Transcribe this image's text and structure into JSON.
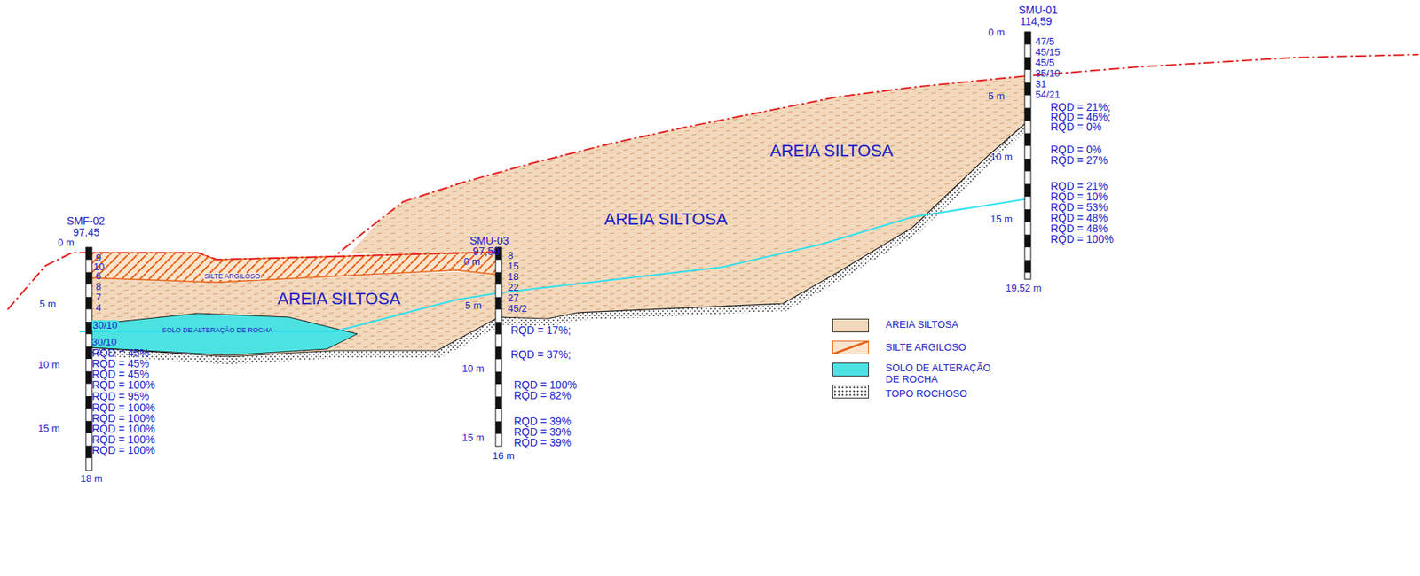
{
  "diagram": {
    "labels": [
      "SMU-01",
      "114,59",
      "0 m",
      "47/5",
      "45/15",
      "45/5",
      "35/10",
      "31",
      "54/21",
      "5 m",
      "RQD = 21%;",
      "RQD = 46%;",
      "RQD = 0%",
      "10 m",
      "RQD = 0%",
      "RQD = 27%",
      "RQD = 21%",
      "RQD = 10%",
      "RQD = 53%",
      "RQD = 48%",
      "RQD = 48%",
      "RQD = 100%",
      "15 m",
      "19,52 m",
      "SMF-02",
      "97,45",
      "0 m",
      "9",
      "10",
      "6",
      "8",
      "7",
      "4",
      "5 m",
      "30/10",
      "30/10",
      "RQD = 45%",
      "RQD = 45%",
      "RQD = 45%",
      "RQD = 100%",
      "RQD = 95%",
      "RQD = 100%",
      "RQD = 100%",
      "RQD = 100%",
      "RQD = 100%",
      "RQD = 100%",
      "10 m",
      "15 m",
      "18 m",
      "SMU-03",
      "97,50",
      "0 m",
      "8",
      "15",
      "18",
      "22",
      "27",
      "45/2",
      "5 m",
      "RQD = 17%;",
      "RQD = 37%;",
      "RQD = 100%",
      "RQD = 82%",
      "RQD = 39%",
      "RQD = 39%",
      "RQD = 39%",
      "10 m",
      "15 m",
      "16 m",
      "AREIA SILTOSA",
      "AREIA SILTOSA",
      "AREIA SILTOSA",
      "SILTE ARGILOSO",
      "SOLO DE ALTERAÇÃO DE ROCHA"
    ],
    "legend": [
      {
        "text": "AREIA SILTOSA",
        "color": "#f3d8bb"
      },
      {
        "text": "SILTE ARGILOSO",
        "color": "#fde4cc"
      },
      {
        "text": "SOLO DE ALTERAÇÃO DE ROCHA",
        "color": "#4de2e2"
      },
      {
        "text": "TOPO ROCHOSO"
      }
    ]
  }
}
